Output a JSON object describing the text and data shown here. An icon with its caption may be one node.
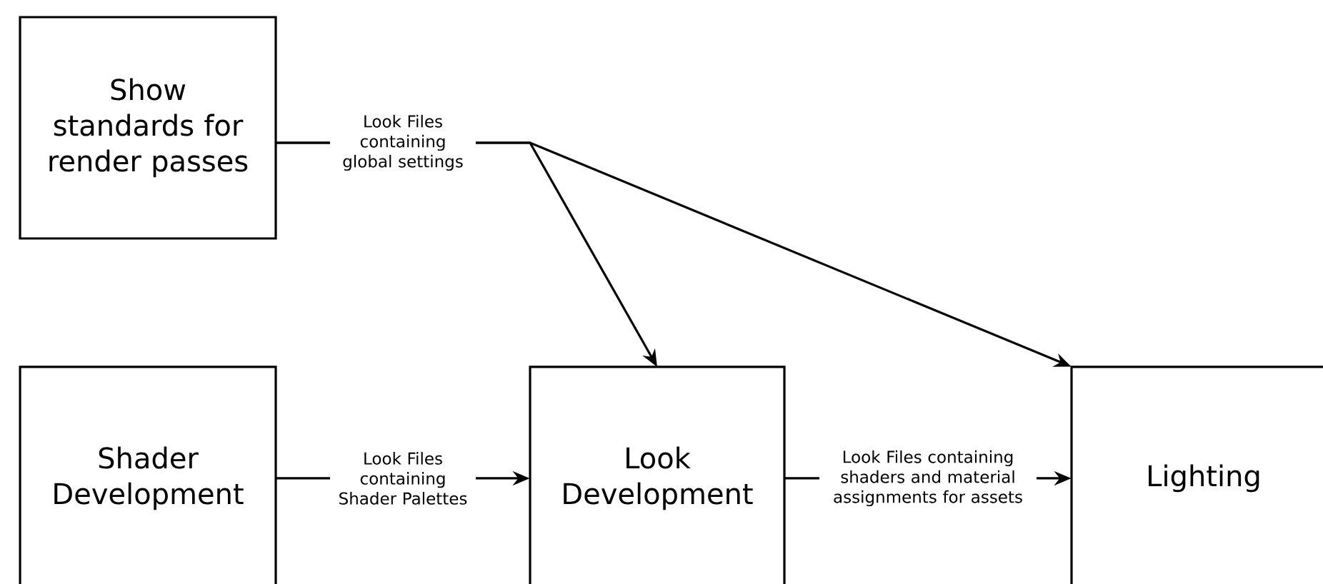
{
  "diagram": {
    "nodes": [
      {
        "text": [
          "Show standards for render passes"
        ]
      },
      {
        "text": [
          "Shader Development"
        ]
      },
      {
        "text": [
          "Look Development"
        ]
      },
      {
        "text": [
          "Lighting"
        ]
      }
    ],
    "edges": [
      {
        "from": 0,
        "to": 2,
        "arrow": "to",
        "label": "Look Files containing global settings"
      },
      {
        "from": 0,
        "to": 3,
        "arrow": "to"
      },
      {
        "from": 1,
        "to": 2,
        "arrow": "to",
        "label": "Look Files containing Shader Palettes"
      },
      {
        "from": 2,
        "to": 3,
        "arrow": "to",
        "label": "Look Files containing shaders and material assignments for assets"
      }
    ]
  }
}
